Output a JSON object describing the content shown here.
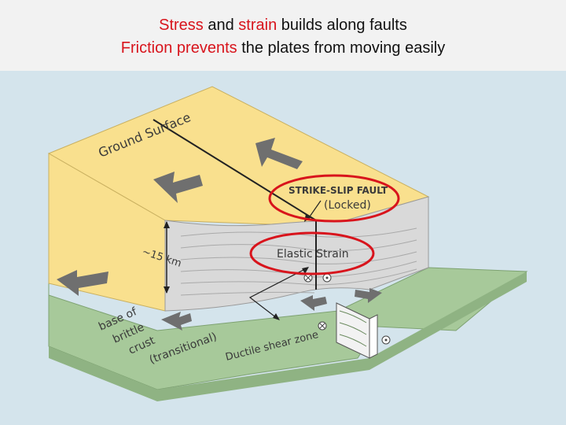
{
  "title": {
    "line1": {
      "part1": "Stress",
      "part2": " and ",
      "part3": "strain",
      "part4": " builds along faults"
    },
    "line2": {
      "part1": "Friction prevents",
      "part2": " the plates from moving easily"
    }
  },
  "diagram": {
    "ground_surface": "Ground Surface",
    "fault_label": "STRIKE-SLIP FAULT",
    "locked_label": "(Locked)",
    "elastic_strain": "Elastic Strain",
    "depth": "~15 km",
    "base_label_1": "base of",
    "base_label_2": "brittle",
    "base_label_3": "crust",
    "base_label_4": "(transitional)",
    "ductile": "Ductile shear zone"
  },
  "colors": {
    "highlight_red": "#d8141c",
    "crust_yellow": "#f9e08e",
    "ductile_green": "#a7c99a",
    "section_gray": "#d9d9d9",
    "arrow_gray": "#6f6f6f",
    "background": "#d4e4ec"
  }
}
